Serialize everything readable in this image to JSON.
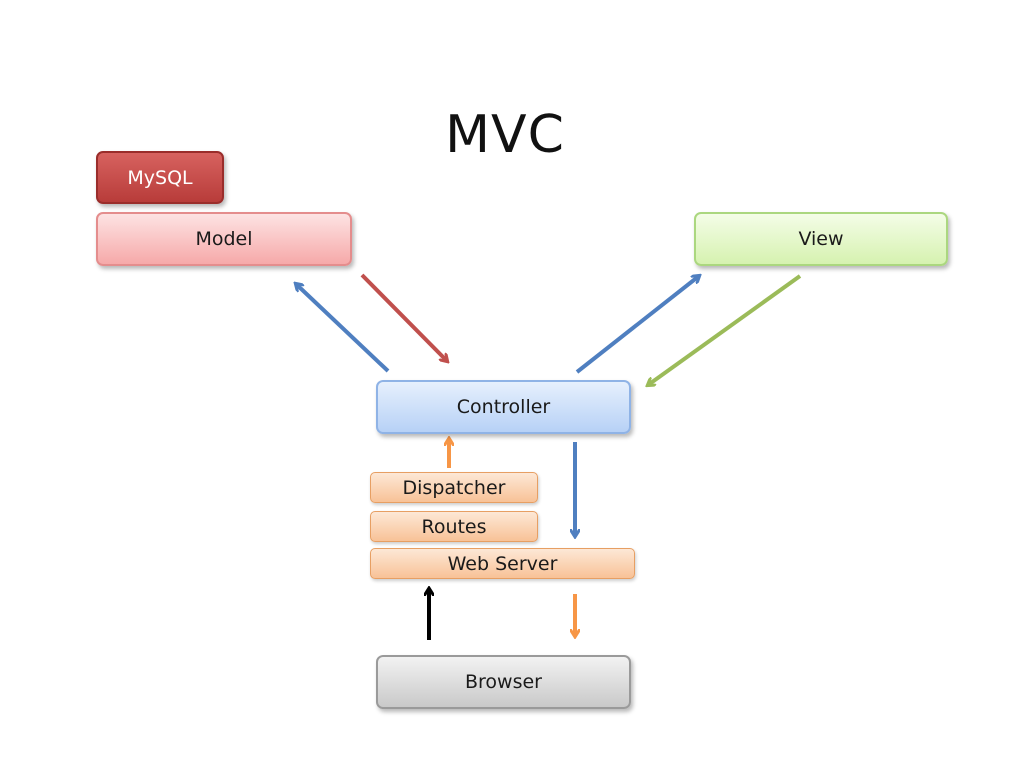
{
  "title": "MVC",
  "nodes": {
    "mysql": "MySQL",
    "model": "Model",
    "view": "View",
    "controller": "Controller",
    "dispatcher": "Dispatcher",
    "routes": "Routes",
    "web_server": "Web Server",
    "browser": "Browser"
  },
  "colors": {
    "blue_arrow": "#4f7fc0",
    "red_arrow": "#c0504d",
    "green_arrow": "#9bbb59",
    "orange_arrow": "#f79646",
    "black_arrow": "#000000"
  },
  "edges": [
    {
      "from": "Controller",
      "to": "Model",
      "color": "blue"
    },
    {
      "from": "Model",
      "to": "Controller",
      "color": "red"
    },
    {
      "from": "Controller",
      "to": "View",
      "color": "blue"
    },
    {
      "from": "View",
      "to": "Controller",
      "color": "green"
    },
    {
      "from": "Dispatcher",
      "to": "Controller",
      "color": "orange"
    },
    {
      "from": "Controller",
      "to": "Web Server",
      "color": "blue"
    },
    {
      "from": "Browser",
      "to": "Web Server",
      "color": "black"
    },
    {
      "from": "Web Server",
      "to": "Browser",
      "color": "orange"
    }
  ]
}
